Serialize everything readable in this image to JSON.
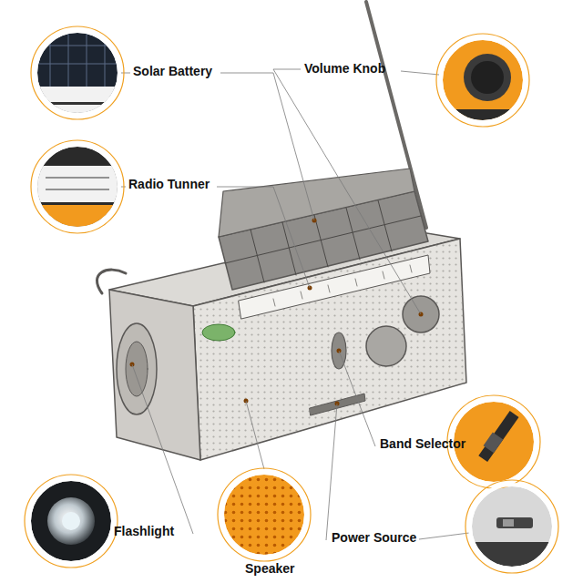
{
  "diagram": {
    "labels": [
      "Solar Battery",
      "Volume Knob",
      "Radio Tunner",
      "Band Selector",
      "Flashlight",
      "Speaker",
      "Power Source"
    ]
  }
}
